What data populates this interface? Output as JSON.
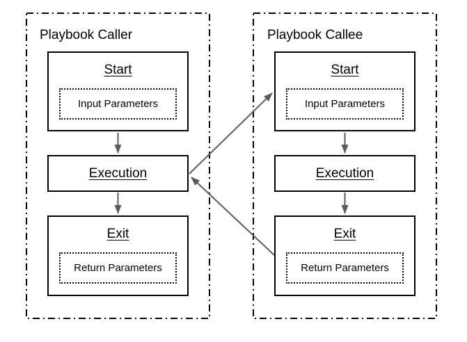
{
  "caller": {
    "title": "Playbook Caller",
    "start": {
      "title": "Start",
      "param": "Input Parameters"
    },
    "execution": {
      "title": "Execution"
    },
    "exit": {
      "title": "Exit",
      "param": "Return Parameters"
    }
  },
  "callee": {
    "title": "Playbook Callee",
    "start": {
      "title": "Start",
      "param": "Input Parameters"
    },
    "execution": {
      "title": "Execution"
    },
    "exit": {
      "title": "Exit",
      "param": "Return Parameters"
    }
  },
  "edges": [
    {
      "from": "caller-start",
      "to": "caller-execution"
    },
    {
      "from": "caller-execution",
      "to": "caller-exit"
    },
    {
      "from": "callee-start",
      "to": "callee-execution"
    },
    {
      "from": "callee-execution",
      "to": "callee-exit"
    },
    {
      "from": "caller-execution",
      "to": "callee-start"
    },
    {
      "from": "callee-exit",
      "to": "caller-execution"
    }
  ],
  "colors": {
    "border": "#000000",
    "arrow": "#5b5b5b",
    "background": "#ffffff"
  }
}
